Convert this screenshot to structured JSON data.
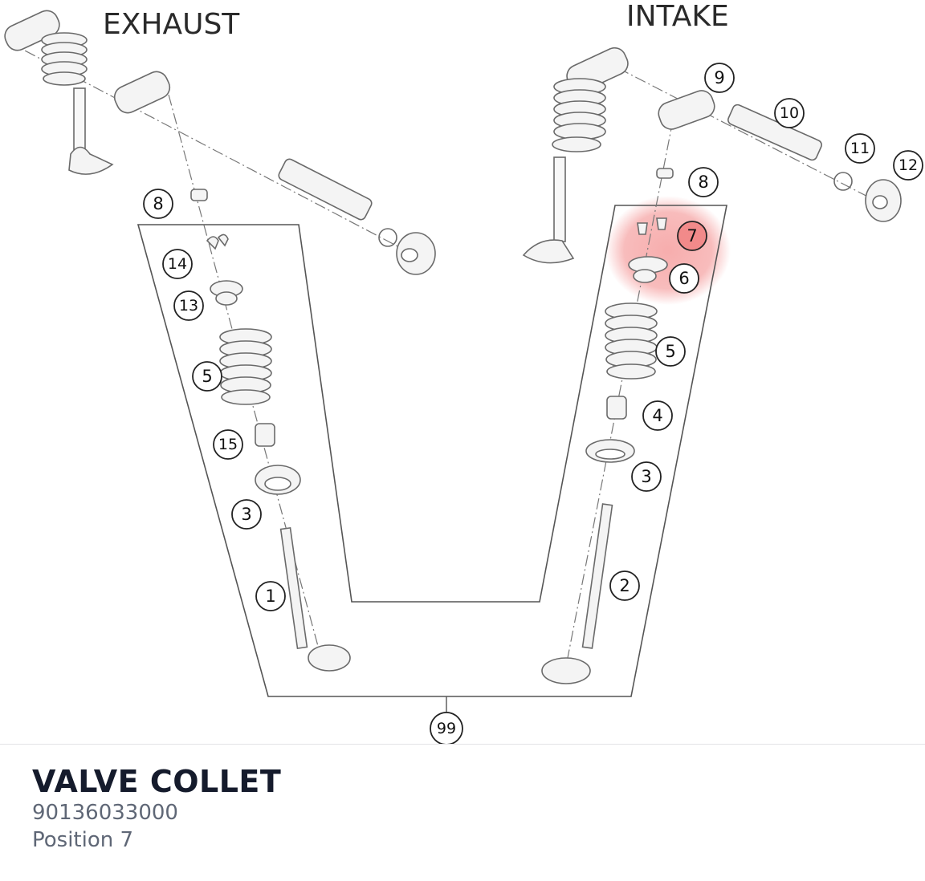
{
  "diagram": {
    "section_labels": {
      "exhaust": "EXHAUST",
      "intake": "INTAKE"
    },
    "callouts": [
      "1",
      "2",
      "3",
      "3",
      "4",
      "5",
      "5",
      "6",
      "7",
      "8",
      "8",
      "9",
      "10",
      "11",
      "12",
      "13",
      "14",
      "15",
      "99"
    ],
    "highlight_color": "#f06a6a",
    "selected_callout": "7"
  },
  "part": {
    "name": "VALVE COLLET",
    "number": "90136033000",
    "position_label": "Position 7"
  }
}
